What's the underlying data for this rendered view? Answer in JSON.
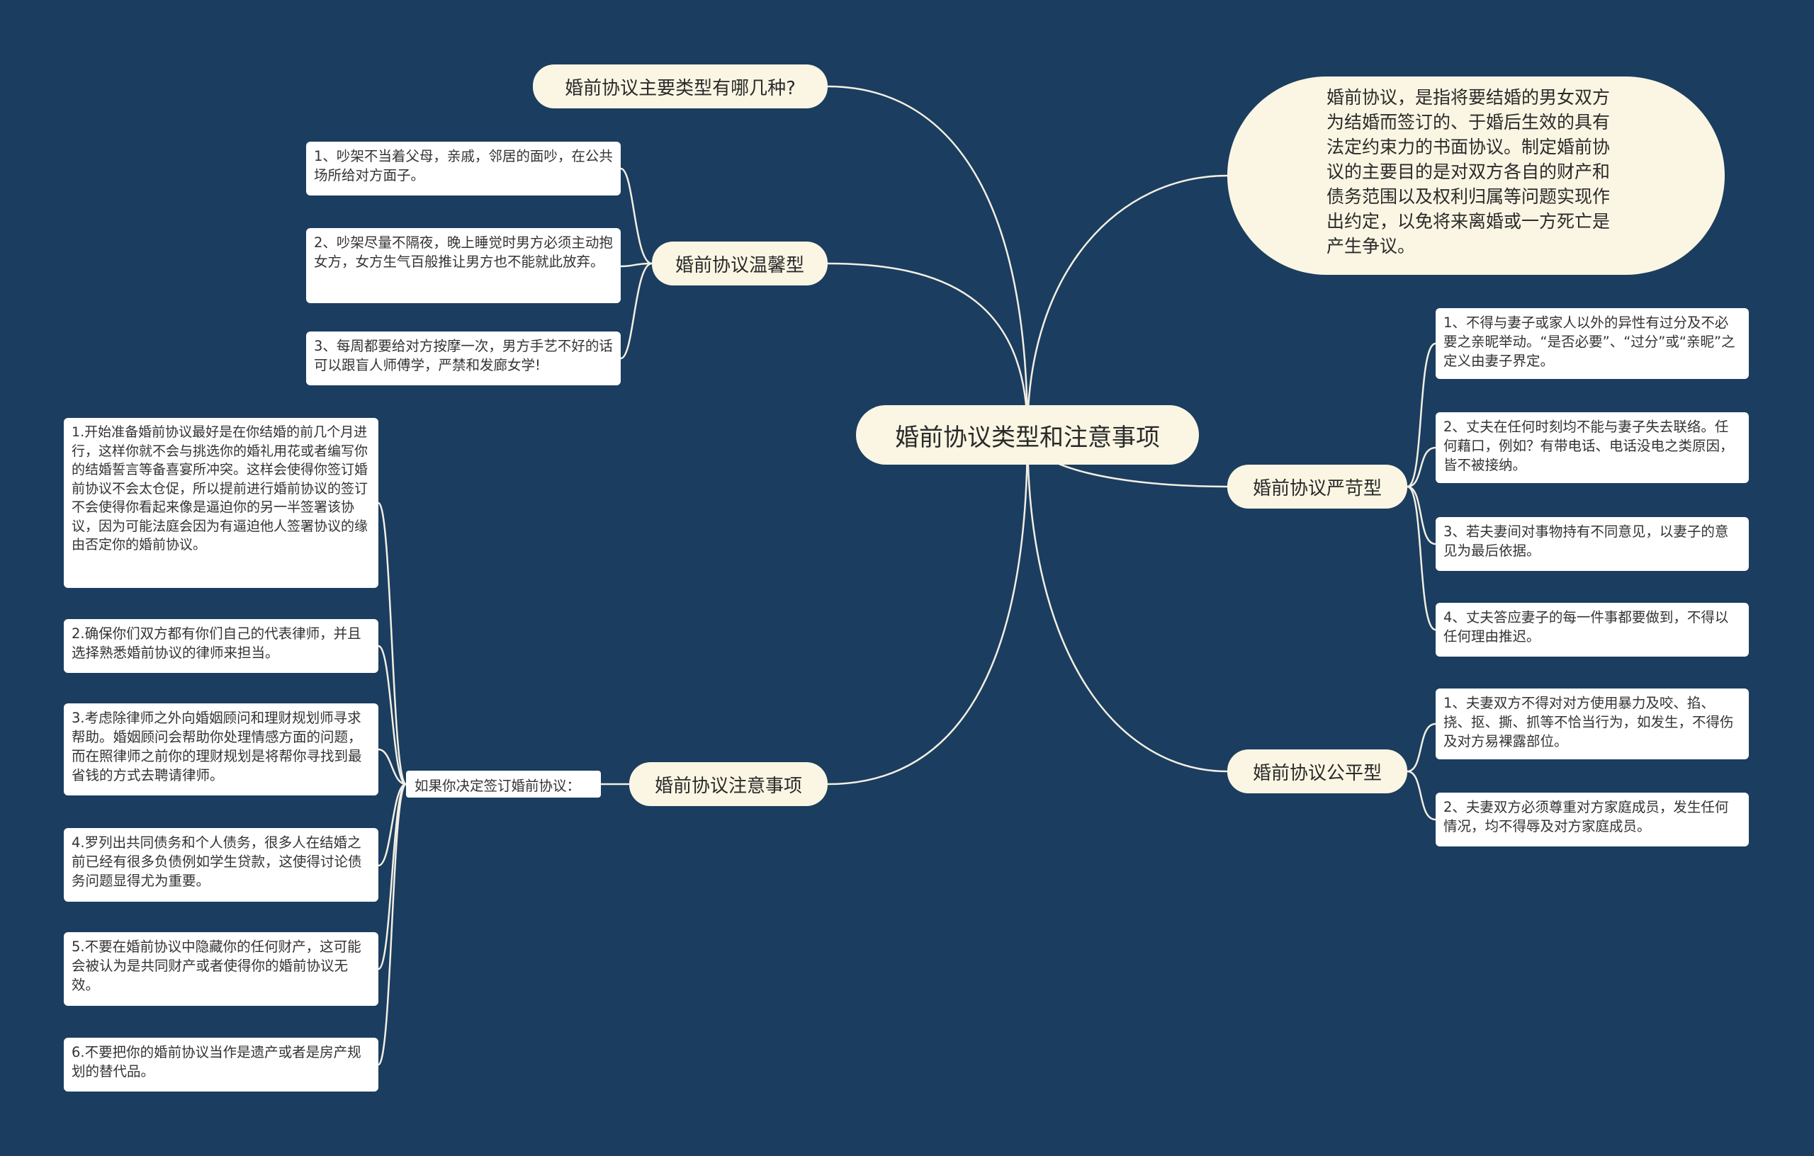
{
  "colors": {
    "background": "#1b3d5f",
    "node_fill": "#fbf6e3",
    "leaf_fill": "#ffffff",
    "connector": "#f2efe4"
  },
  "root": {
    "label": "婚前协议类型和注意事项"
  },
  "branches": {
    "types_question": {
      "label": "婚前协议主要类型有哪几种?"
    },
    "definition": {
      "text": "婚前协议，是指将要结婚的男女双方为结婚而签订的、于婚后生效的具有法定约束力的书面协议。制定婚前协议的主要目的是对双方各自的财产和债务范围以及权利归属等问题实现作出约定，以免将来离婚或一方死亡是产生争议。"
    },
    "warm": {
      "label": "婚前协议温馨型",
      "items": [
        "1、吵架不当着父母，亲戚，邻居的面吵，在公共场所给对方面子。",
        "2、吵架尽量不隔夜，晚上睡觉时男方必须主动抱女方，女方生气百般推让男方也不能就此放弃。",
        "3、每周都要给对方按摩一次，男方手艺不好的话可以跟盲人师傅学，严禁和发廊女学!"
      ]
    },
    "strict": {
      "label": "婚前协议严苛型",
      "items": [
        "1、不得与妻子或家人以外的异性有过分及不必要之亲昵举动。“是否必要”、“过分”或“亲昵”之定义由妻子界定。",
        "2、丈夫在任何时刻均不能与妻子失去联络。任何藉口，例如？有带电话、电话没电之类原因，皆不被接纳。",
        "3、若夫妻间对事物持有不同意见，以妻子的意见为最后依据。",
        "4、丈夫答应妻子的每一件事都要做到，不得以任何理由推迟。"
      ]
    },
    "fair": {
      "label": "婚前协议公平型",
      "items": [
        "1、夫妻双方不得对对方使用暴力及咬、掐、挠、抠、撕、抓等不恰当行为，如发生，不得伤及对方易裸露部位。",
        "2、夫妻双方必须尊重对方家庭成员，发生任何情况，均不得辱及对方家庭成员。"
      ]
    },
    "notes": {
      "label": "婚前协议注意事项",
      "sub_label": "如果你决定签订婚前协议：",
      "items": [
        "1.开始准备婚前协议最好是在你结婚的前几个月进行，这样你就不会与挑选你的婚礼用花或者编写你的结婚誓言等备喜宴所冲突。这样会使得你签订婚前协议不会太仓促，所以提前进行婚前协议的签订不会使得你看起来像是逼迫你的另一半签署该协议，因为可能法庭会因为有逼迫他人签署协议的缘由否定你的婚前协议。",
        "2.确保你们双方都有你们自己的代表律师，并且选择熟悉婚前协议的律师来担当。",
        "3.考虑除律师之外向婚姻顾问和理财规划师寻求帮助。婚姻顾问会帮助你处理情感方面的问题，而在照律师之前你的理财规划是将帮你寻找到最省钱的方式去聘请律师。",
        "4.罗列出共同债务和个人债务，很多人在结婚之前已经有很多负债例如学生贷款，这使得讨论债务问题显得尤为重要。",
        "5.不要在婚前协议中隐藏你的任何财产，这可能会被认为是共同财产或者使得你的婚前协议无效。",
        "6.不要把你的婚前协议当作是遗产或者是房产规划的替代品。"
      ]
    }
  }
}
